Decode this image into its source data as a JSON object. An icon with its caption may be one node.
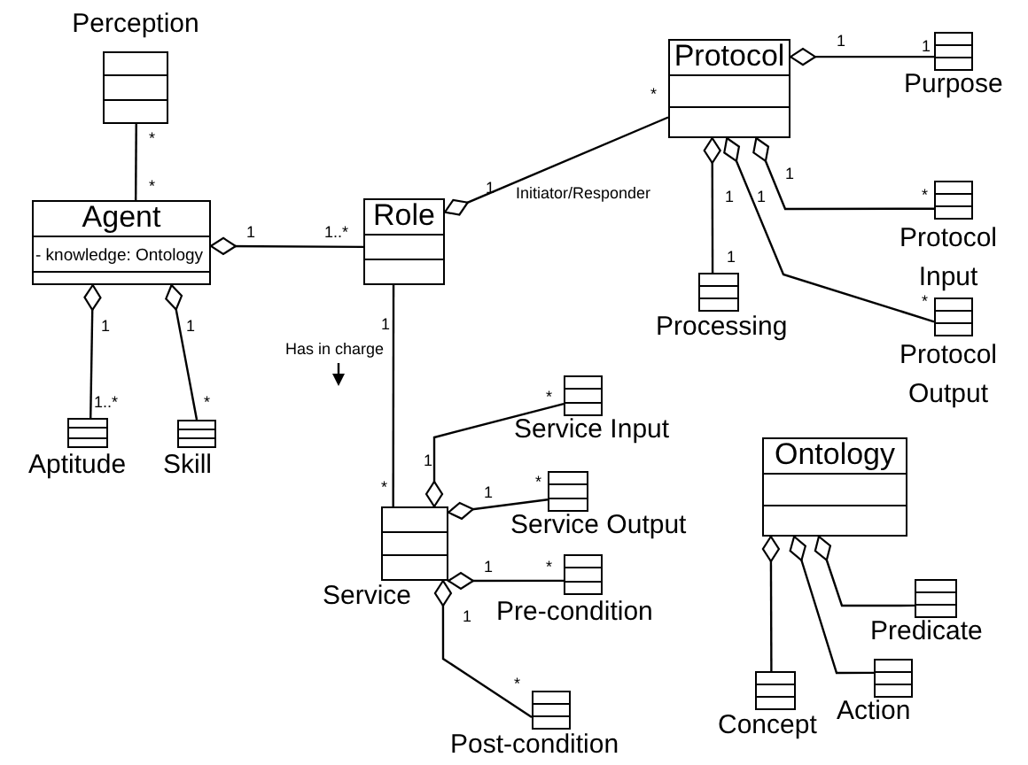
{
  "diagram": {
    "nodes": [
      {
        "text": [
          "Perception"
        ]
      },
      {
        "text": [
          "Protocol"
        ]
      },
      {
        "text": [
          "Purpose"
        ]
      },
      {
        "text": [
          "Agent",
          "- knowledge: Ontology"
        ]
      },
      {
        "text": [
          "Role"
        ]
      },
      {
        "text": [
          "Protocol Input"
        ]
      },
      {
        "text": [
          "Processing"
        ]
      },
      {
        "text": [
          "Protocol Output"
        ]
      },
      {
        "text": [
          "Aptitude"
        ]
      },
      {
        "text": [
          "Skill"
        ]
      },
      {
        "text": [
          "Service Input"
        ]
      },
      {
        "text": [
          "Service Output"
        ]
      },
      {
        "text": [
          "Ontology"
        ]
      },
      {
        "text": [
          "Service"
        ]
      },
      {
        "text": [
          "Pre-condition"
        ]
      },
      {
        "text": [
          "Predicate"
        ]
      },
      {
        "text": [
          "Action"
        ]
      },
      {
        "text": [
          "Post-condition"
        ]
      },
      {
        "text": [
          "Concept"
        ]
      }
    ],
    "edges": [
      {
        "from": 0,
        "to": 3,
        "arrow": "none"
      },
      {
        "from": 3,
        "to": 4,
        "arrow": "other"
      },
      {
        "from": 4,
        "to": 1,
        "arrow": "other",
        "label": "Initiator/Responder"
      },
      {
        "from": 4,
        "to": 13,
        "arrow": "none",
        "label": "Has in charge"
      },
      {
        "from": 3,
        "to": 8,
        "arrow": "other"
      },
      {
        "from": 3,
        "to": 9,
        "arrow": "other"
      },
      {
        "from": 1,
        "to": 6,
        "arrow": "other"
      },
      {
        "from": 1,
        "to": 7,
        "arrow": "other"
      },
      {
        "from": 1,
        "to": 5,
        "arrow": "other"
      },
      {
        "from": 1,
        "to": 2,
        "arrow": "other"
      },
      {
        "from": 13,
        "to": 10,
        "arrow": "other"
      },
      {
        "from": 13,
        "to": 11,
        "arrow": "other"
      },
      {
        "from": 13,
        "to": 14,
        "arrow": "other"
      },
      {
        "from": 13,
        "to": 17,
        "arrow": "other"
      },
      {
        "from": 12,
        "to": 18,
        "arrow": "other"
      },
      {
        "from": 12,
        "to": 16,
        "arrow": "other"
      },
      {
        "from": 12,
        "to": 15,
        "arrow": "other"
      }
    ],
    "labels": [
      "1",
      "1",
      "*",
      "*",
      "*",
      "1",
      "1",
      "1",
      "1",
      "*",
      "1",
      "1..*",
      "1",
      "*",
      "1",
      "1",
      "1",
      "1..*",
      "*",
      "*",
      "1",
      "*",
      "1",
      "*",
      "1",
      "*",
      "1",
      "*"
    ]
  }
}
